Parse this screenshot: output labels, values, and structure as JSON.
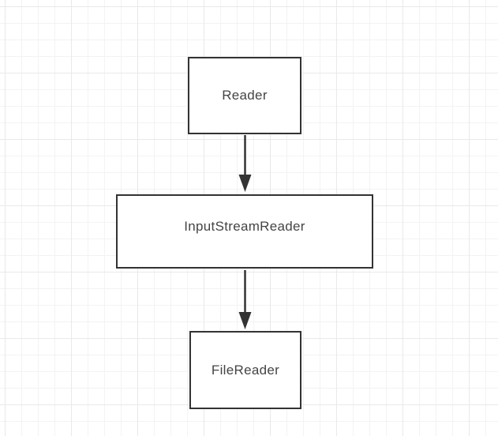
{
  "canvas": {
    "background_color": "#ffffff",
    "grid_minor_color": "#f3f3f3",
    "grid_major_color": "#e9e9e9"
  },
  "diagram": {
    "stroke_color": "#333333",
    "node_fill_color": "#ffffff",
    "text_color": "#444444",
    "nodes": [
      {
        "id": "reader",
        "label": "Reader"
      },
      {
        "id": "input-stream-reader",
        "label": "InputStreamReader"
      },
      {
        "id": "file-reader",
        "label": "FileReader"
      }
    ],
    "edges": [
      {
        "from": "reader",
        "to": "input-stream-reader",
        "style": "solid-line-filled-arrowhead",
        "direction": "down"
      },
      {
        "from": "input-stream-reader",
        "to": "file-reader",
        "style": "solid-line-filled-arrowhead",
        "direction": "down"
      }
    ]
  }
}
